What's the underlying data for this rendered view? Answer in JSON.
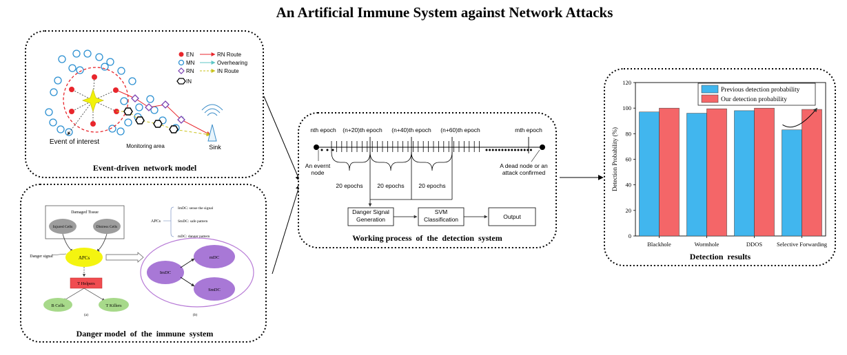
{
  "title": "An Artificial Immune System against Network Attacks",
  "colors": {
    "en": "#e8262c",
    "mn": "#2a8fd1",
    "rn": "#7a3fb0",
    "bar_prev": "#41b6ee",
    "bar_ours": "#f46668",
    "star": "#f2f20a",
    "apc": "#f4f410",
    "t_helper": "#f04c50",
    "cells": "#a7d98a",
    "dc": "#a878d6",
    "gray_cell": "#9d9d9d"
  },
  "event_panel": {
    "caption": "Event-driven  network model",
    "legend": [
      {
        "symbol": "EN",
        "label": "EN"
      },
      {
        "symbol": "MN",
        "label": "MN"
      },
      {
        "symbol": "RN",
        "label": "RN"
      },
      {
        "symbol": "IN",
        "label": "IN"
      }
    ],
    "routes": [
      "RN Route",
      "Overhearing",
      "IN Route"
    ],
    "event_label": "Event of interest",
    "area_label": "Monitoring area",
    "sink_label": "Sink"
  },
  "danger_panel": {
    "caption": "Danger model  of  the  immune  system",
    "damaged_tissue": "Damaged Tissue",
    "injured": "Injured Cells",
    "distress": "Distress Cells",
    "danger_signal": "Danger signal",
    "apcs": "APCs",
    "t_helpers": "T Helpers",
    "b_cells": "B Cells",
    "t_killers": "T Killers",
    "label_a": "(a)",
    "label_b": "(b)",
    "apcs_list_label": "APCs",
    "apcs_list": [
      "ImDC: sense the signal",
      "SmDC: safe pattern",
      "mDC: danger pattern"
    ],
    "imdc": "ImDC",
    "mdc": "mDC",
    "smdc": "SmDC"
  },
  "process_panel": {
    "caption": "Working process  of  the  detection  system",
    "epochs": [
      "nth epoch",
      "(n+20)th epoch",
      "(n+40)th epoch",
      "(n+60)th epoch",
      "mth epoch"
    ],
    "interval_label": "20 epochs",
    "start_label": "An evernt node",
    "end_label": "A dead node or an attack confirmed",
    "steps": [
      "Danger Signal Generation",
      "SVM Classification",
      "Output"
    ]
  },
  "results_panel": {
    "caption": "Detection  results"
  },
  "chart_data": {
    "type": "bar",
    "categories": [
      "Blackhole",
      "Wormhole",
      "DDOS",
      "Selective Forwarding"
    ],
    "series": [
      {
        "name": "Previous detection probability",
        "values": [
          97,
          96,
          98,
          83
        ]
      },
      {
        "name": "Our detection probability",
        "values": [
          100,
          99.5,
          100,
          99
        ]
      }
    ],
    "ylabel": "Detection Probability (%)",
    "xlabel": "",
    "ylim": [
      0,
      120
    ],
    "yticks": [
      "0",
      "20",
      "40",
      "60",
      "80",
      "100",
      "120"
    ],
    "legend_position": "top-right",
    "grid": false
  }
}
